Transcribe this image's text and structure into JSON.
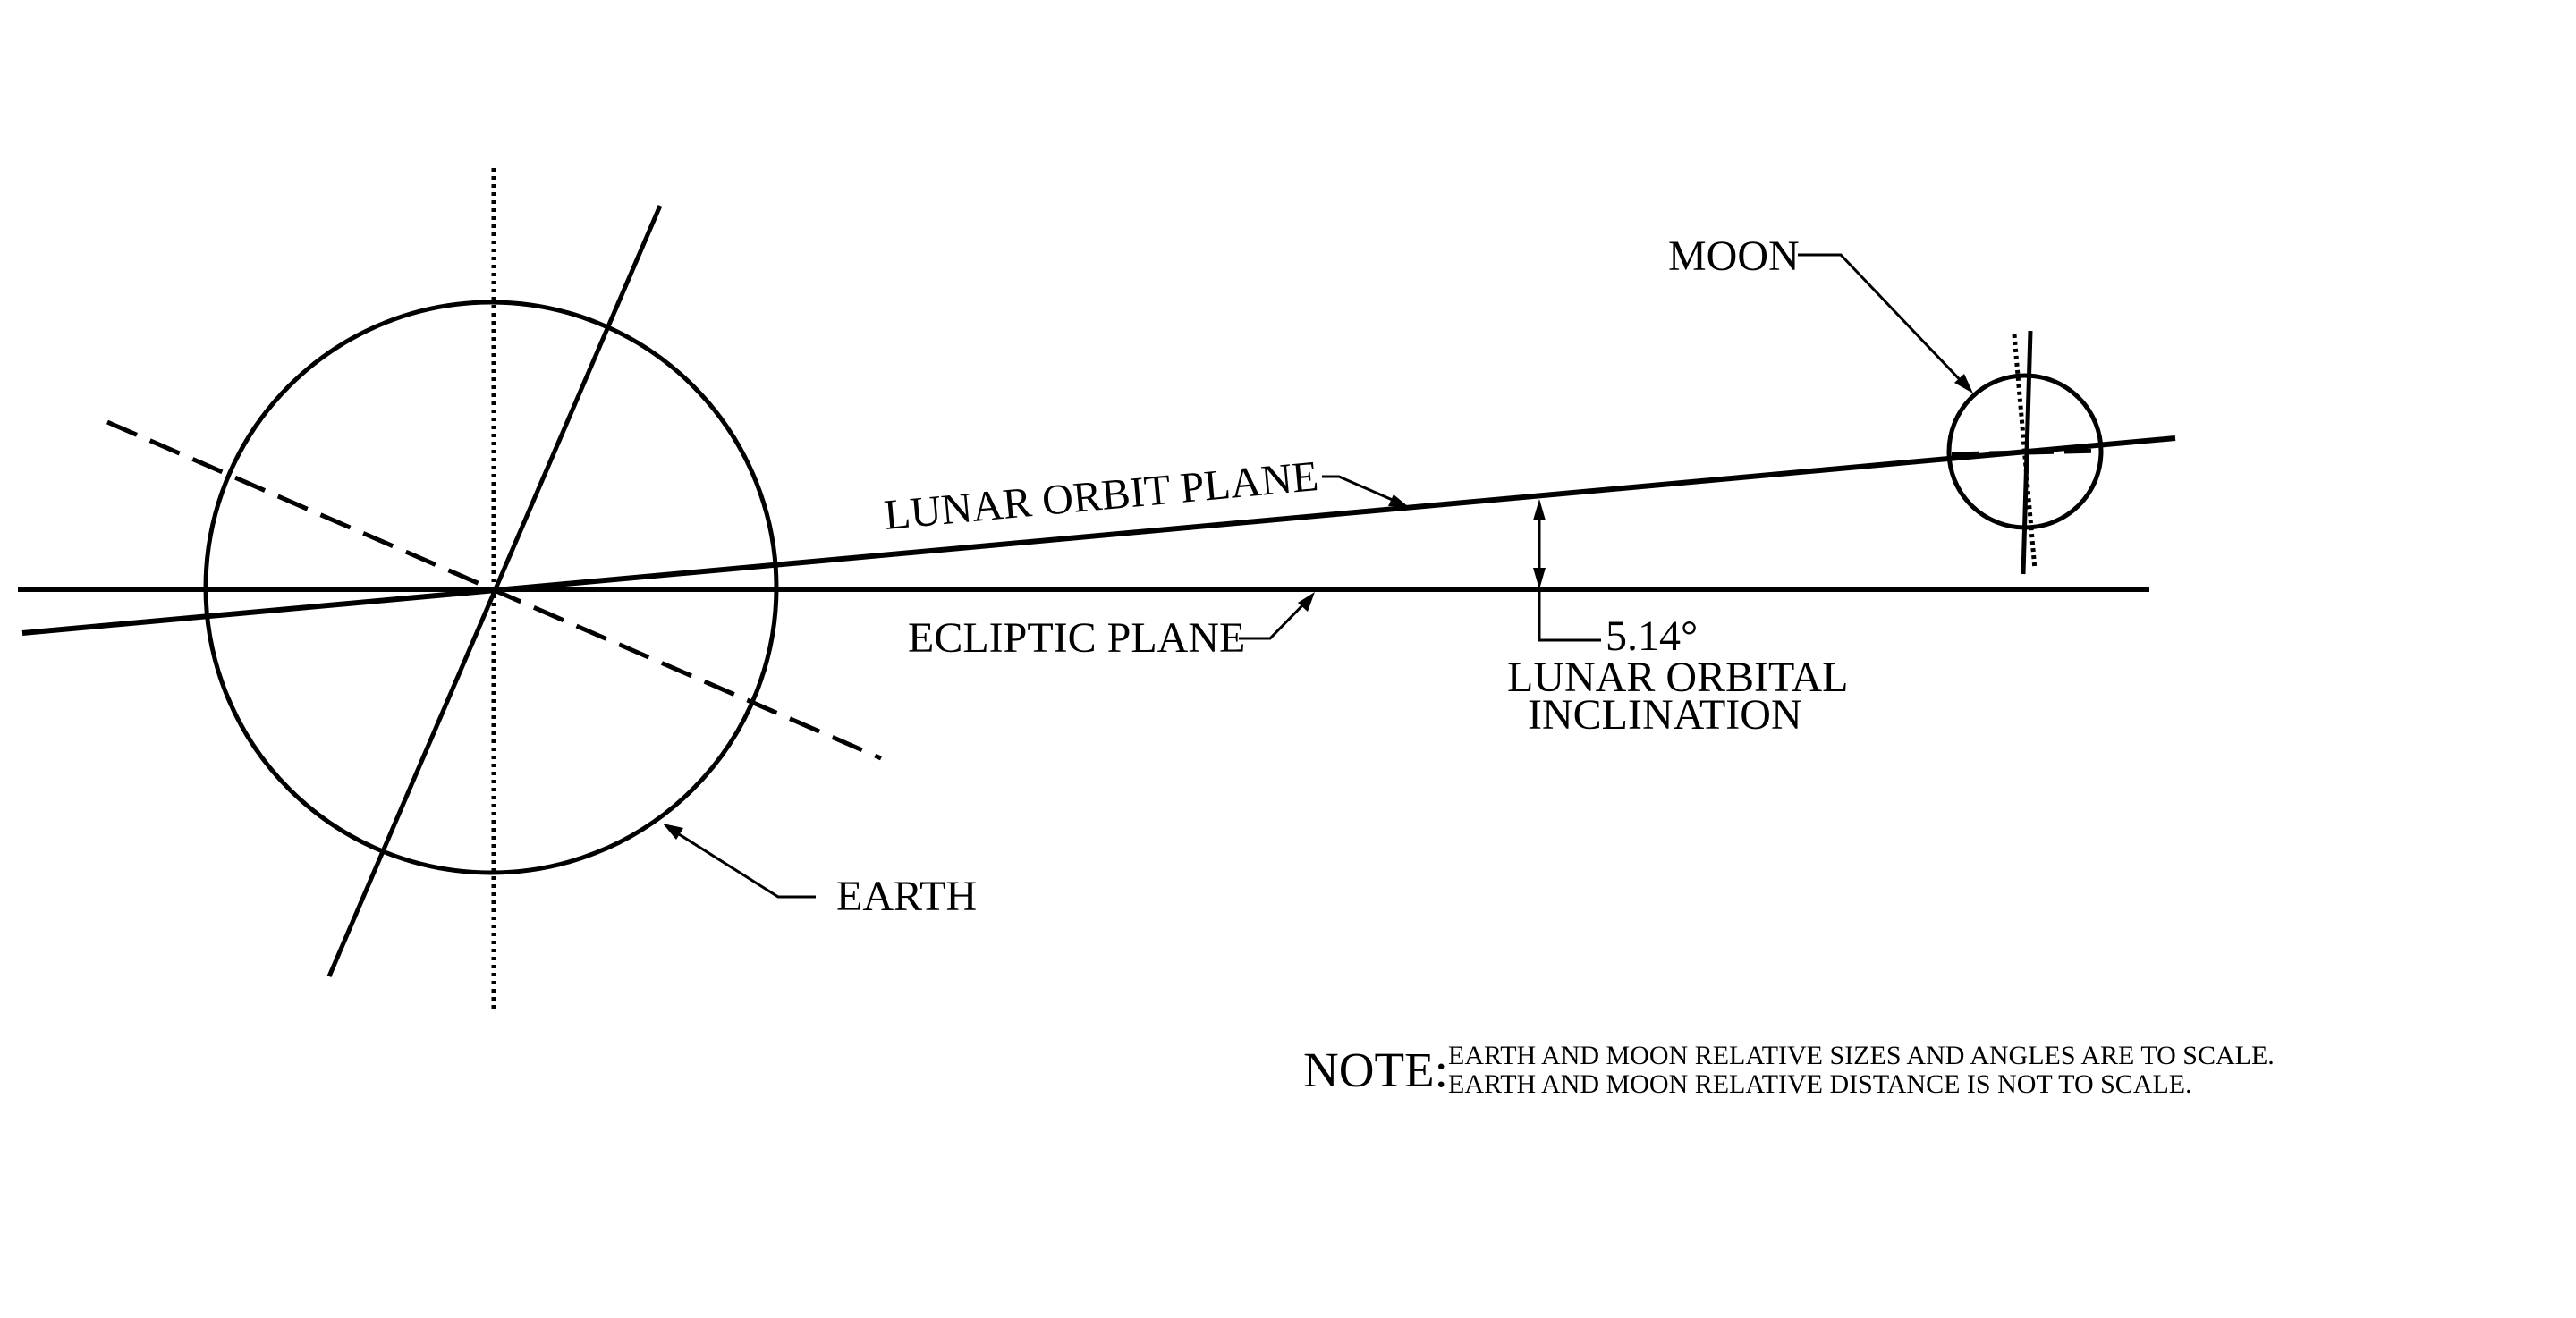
{
  "labels": {
    "moon": "MOON",
    "lunar_orbit_plane": "LUNAR ORBIT PLANE",
    "ecliptic_plane": "ECLIPTIC PLANE",
    "angle_value": "5.14°",
    "inclination_line1": "LUNAR ORBITAL",
    "inclination_line2": "INCLINATION",
    "earth": "EARTH"
  },
  "note": {
    "prefix": "NOTE:",
    "line1": "EARTH AND MOON RELATIVE SIZES AND ANGLES ARE TO SCALE.",
    "line2": "EARTH AND MOON RELATIVE DISTANCE IS NOT TO SCALE."
  },
  "colors": {
    "ink": "#000000",
    "background": "#ffffff"
  }
}
